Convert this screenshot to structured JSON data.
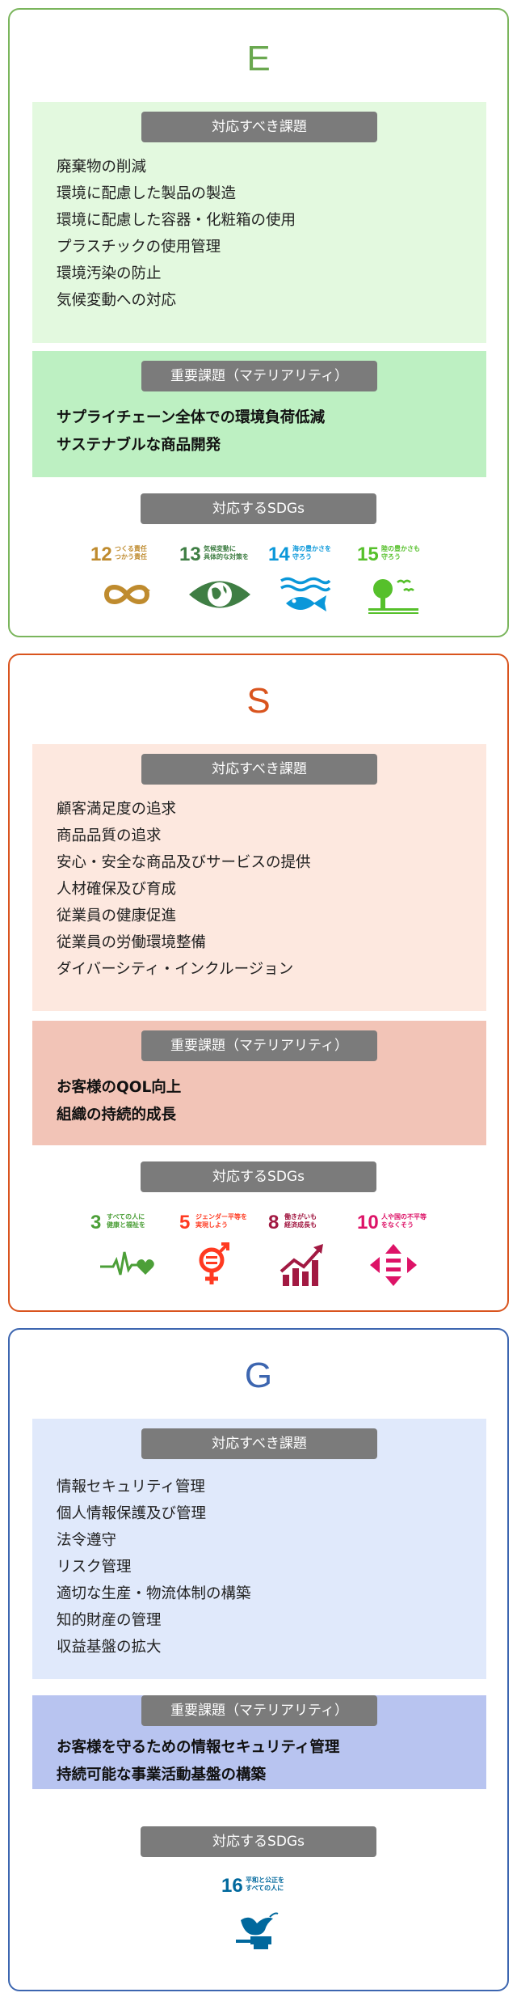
{
  "sections": {
    "e": {
      "letter": "E",
      "color": "#6aa84f",
      "issues_title": "対応すべき課題",
      "issues": [
        "廃棄物の削減",
        "環境に配慮した製品の製造",
        "環境に配慮した容器・化粧箱の使用",
        "プラスチックの使用管理",
        "環境汚染の防止",
        "気候変動への対応"
      ],
      "materiality_title": "重要課題（マテリアリティ）",
      "materiality": [
        "サプライチェーン全体での環境負荷低減",
        "サステナブルな商品開発"
      ],
      "sdgs_title": "対応するSDGs",
      "sdgs": [
        {
          "number": "12",
          "caption": "つくる責任\nつかう責任",
          "color": "#bf8b2e",
          "icon": "infinity-icon"
        },
        {
          "number": "13",
          "caption": "気候変動に\n具体的な対策を",
          "color": "#3f7e44",
          "icon": "eye-globe-icon"
        },
        {
          "number": "14",
          "caption": "海の豊かさを\n守ろう",
          "color": "#0a97d9",
          "icon": "fish-icon"
        },
        {
          "number": "15",
          "caption": "陸の豊かさも\n守ろう",
          "color": "#56c02b",
          "icon": "tree-icon"
        }
      ]
    },
    "s": {
      "letter": "S",
      "color": "#d9541e",
      "issues_title": "対応すべき課題",
      "issues": [
        "顧客満足度の追求",
        "商品品質の追求",
        "安心・安全な商品及びサービスの提供",
        "人材確保及び育成",
        "従業員の健康促進",
        "従業員の労働環境整備",
        "ダイバーシティ・インクルージョン"
      ],
      "materiality_title": "重要課題（マテリアリティ）",
      "materiality": [
        "お客様のQOL向上",
        "組織の持続的成長"
      ],
      "sdgs_title": "対応するSDGs",
      "sdgs": [
        {
          "number": "3",
          "caption": "すべての人に\n健康と福祉を",
          "color": "#4c9f38",
          "icon": "heartbeat-icon"
        },
        {
          "number": "5",
          "caption": "ジェンダー平等を\n実現しよう",
          "color": "#ff3a21",
          "icon": "gender-equality-icon"
        },
        {
          "number": "8",
          "caption": "働きがいも\n経済成長も",
          "color": "#a21942",
          "icon": "growth-chart-icon"
        },
        {
          "number": "10",
          "caption": "人や国の不平等\nをなくそう",
          "color": "#dd1367",
          "icon": "equality-arrows-icon"
        }
      ]
    },
    "g": {
      "letter": "G",
      "color": "#3d66b0",
      "issues_title": "対応すべき課題",
      "issues": [
        "情報セキュリティ管理",
        "個人情報保護及び管理",
        "法令遵守",
        "リスク管理",
        "適切な生産・物流体制の構築",
        "知的財産の管理",
        "収益基盤の拡大"
      ],
      "materiality_title": "重要課題（マテリアリティ）",
      "materiality": [
        "お客様を守るための情報セキュリティ管理",
        "持続可能な事業活動基盤の構築"
      ],
      "sdgs_title": "対応するSDGs",
      "sdgs": [
        {
          "number": "16",
          "caption": "平和と公正を\nすべての人に",
          "color": "#00689d",
          "icon": "dove-gavel-icon"
        }
      ]
    }
  }
}
